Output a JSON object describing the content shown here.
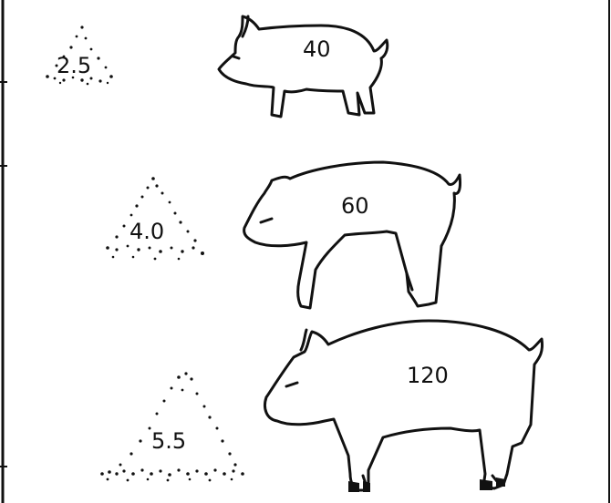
{
  "rows": [
    {
      "feed_amount": "2.5",
      "pig_weight": "40"
    },
    {
      "feed_amount": "4.0",
      "pig_weight": "60"
    },
    {
      "feed_amount": "5.5",
      "pig_weight": "120"
    }
  ],
  "colors": {
    "ink": "#111111",
    "background": "#ffffff"
  },
  "icons": {
    "feed": "feed-pile-icon",
    "animal": "pig-icon"
  }
}
